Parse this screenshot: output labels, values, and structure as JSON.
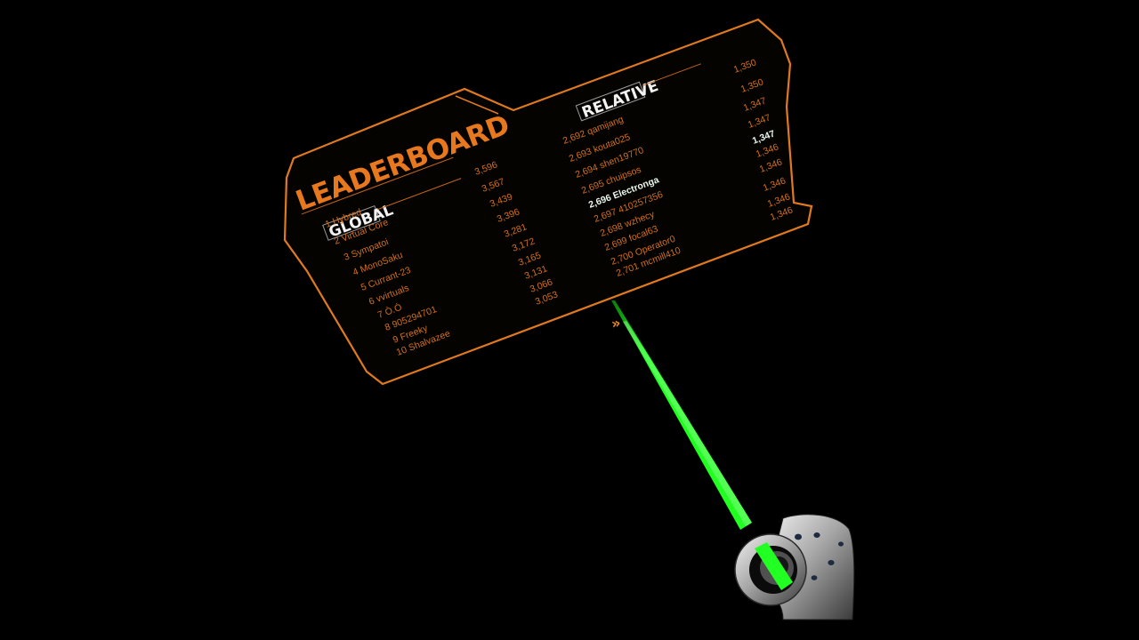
{
  "leaderboard": {
    "title": "LEADERBOARD",
    "global_label": "GLOBAL",
    "relative_label": "RELATIVE",
    "global_rows": [
      {
        "text": "1 Hybred",
        "score": "3,596"
      },
      {
        "text": "2 Virtual Core",
        "score": "3,567"
      },
      {
        "text": "3 Sympatoi",
        "score": "3,439"
      },
      {
        "text": "4 MonoSaku",
        "score": "3,396"
      },
      {
        "text": "5 Currant-23",
        "score": "3,281"
      },
      {
        "text": "6 vvirtuals",
        "score": "3,172"
      },
      {
        "text": "7 Ò.Ó",
        "score": "3,165"
      },
      {
        "text": "8 905294701",
        "score": "3,131"
      },
      {
        "text": "9 Freeky",
        "score": "3,066"
      },
      {
        "text": "10 Shalvazee",
        "score": "3,053"
      }
    ],
    "relative_rows": [
      {
        "text": "2,692 qamijang",
        "score": "1,350"
      },
      {
        "text": "2,693 kouta025",
        "score": "1,350"
      },
      {
        "text": "2,694 shen19770",
        "score": "1,347"
      },
      {
        "text": "2,695 chuipsos",
        "score": "1,347"
      },
      {
        "text": "2,696 Electronga",
        "score": "1,347",
        "highlighted": true
      },
      {
        "text": "2,697 410257356",
        "score": "1,346"
      },
      {
        "text": "2,698 wzhecy",
        "score": "1,346"
      },
      {
        "text": "2,699 focal63",
        "score": "1,346"
      },
      {
        "text": "2,700 Operator0",
        "score": "1,346"
      },
      {
        "text": "2,701 mcmill410",
        "score": "1,346"
      }
    ]
  },
  "colors": {
    "frame_orange": "#e07a1e",
    "laser_green": "#18ff18",
    "background": "#000000"
  },
  "icons": {
    "pointer": "chevron-right-icon",
    "controller": "vr-controller-icon"
  }
}
